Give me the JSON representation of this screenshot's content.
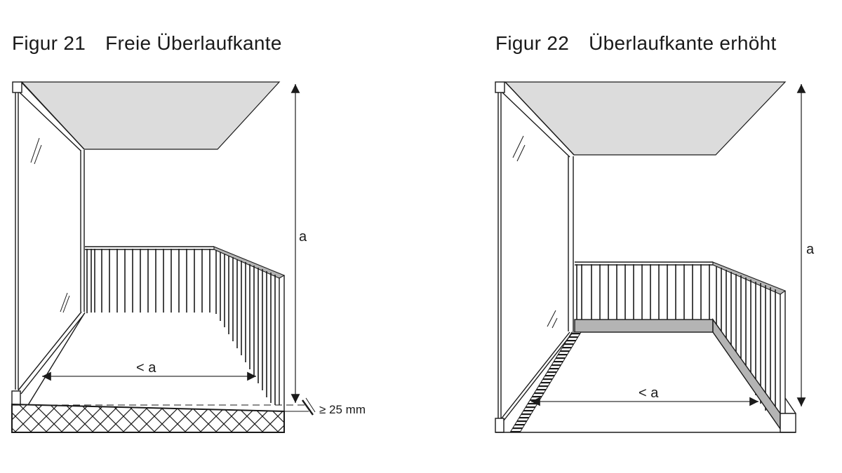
{
  "figures": [
    {
      "number": "Figur 21",
      "title": "Freie Überlaufkante",
      "labels": {
        "height": "a",
        "width": "< a",
        "step": "≥ 25 mm"
      }
    },
    {
      "number": "Figur 22",
      "title": "Überlaufkante erhöht",
      "labels": {
        "height": "a",
        "width": "< a"
      }
    }
  ],
  "colors": {
    "line": "#1a1a1a",
    "ceiling_fill": "#dcdcdc",
    "curb_fill": "#b4b4b4",
    "background": "#ffffff"
  }
}
